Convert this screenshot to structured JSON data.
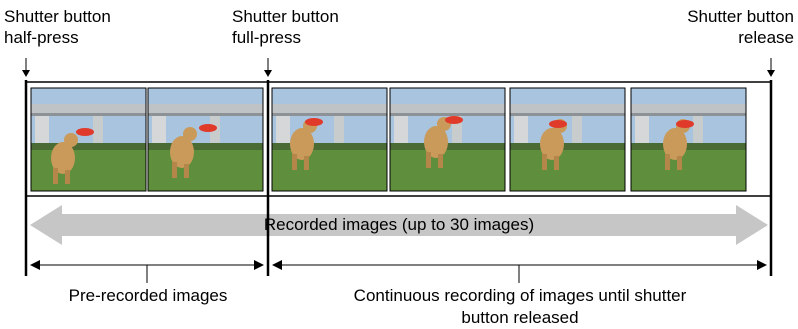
{
  "markers": {
    "half_press": [
      "Shutter button",
      "half-press"
    ],
    "full_press": [
      "Shutter button",
      "full-press"
    ],
    "release": [
      "Shutter button",
      "release"
    ]
  },
  "band_label": "Recorded images (up to 30 images)",
  "pre_recorded_label": "Pre-recorded images",
  "continuous_label": [
    "Continuous recording of images until shutter",
    "button released"
  ],
  "frames": [
    {
      "kind": "pre-recorded",
      "scene": "dog-jumping-frisbee"
    },
    {
      "kind": "pre-recorded",
      "scene": "dog-jumping-frisbee"
    },
    {
      "kind": "continuous",
      "scene": "dog-jumping-frisbee"
    },
    {
      "kind": "continuous",
      "scene": "dog-jumping-frisbee"
    },
    {
      "kind": "continuous",
      "scene": "dog-jumping-frisbee"
    },
    {
      "kind": "continuous",
      "scene": "dog-jumping-frisbee"
    }
  ],
  "colors": {
    "band": "#c6c6c6",
    "sky": "#a9c4de",
    "grass": "#5f8f3c",
    "dog": "#c99a5a",
    "frisbee": "#e03a2a",
    "bridge": "#bfc3c6"
  }
}
